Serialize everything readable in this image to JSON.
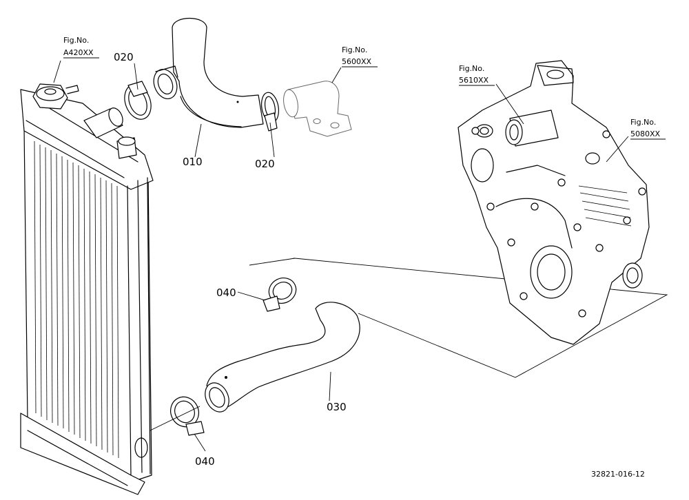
{
  "parts": [
    {
      "id": "010",
      "label": "010"
    },
    {
      "id": "020a",
      "label": "020"
    },
    {
      "id": "020b",
      "label": "020"
    },
    {
      "id": "030",
      "label": "030"
    },
    {
      "id": "040a",
      "label": "040"
    },
    {
      "id": "040b",
      "label": "040"
    }
  ],
  "figure_refs": [
    {
      "id": "radiator",
      "line1": "Fig.No.",
      "line2": "A420XX"
    },
    {
      "id": "outlet",
      "line1": "Fig.No.",
      "line2": "5600XX"
    },
    {
      "id": "pump",
      "line1": "Fig.No.",
      "line2": "5610XX"
    },
    {
      "id": "gearcase",
      "line1": "Fig.No.",
      "line2": "5080XX"
    }
  ],
  "drawing_number": "32821-016-12"
}
